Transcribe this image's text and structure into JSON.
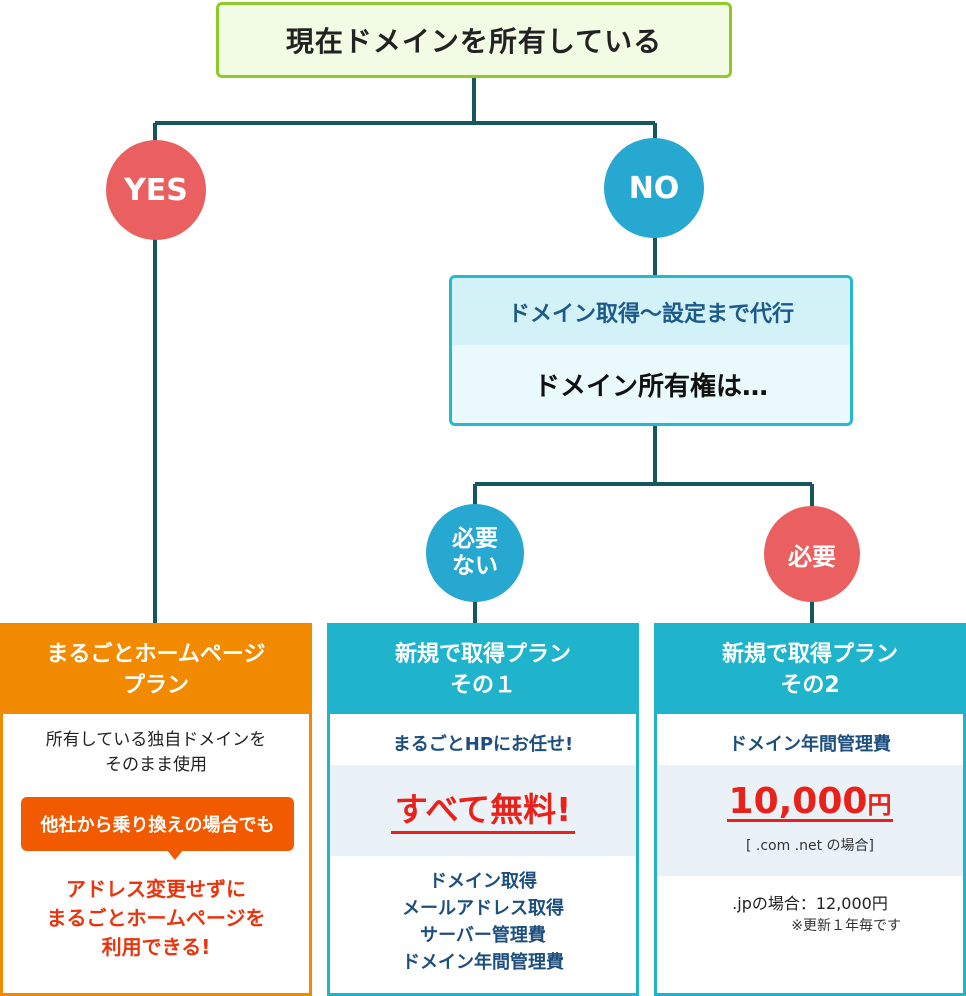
{
  "root": {
    "question": "現在ドメインを所有している"
  },
  "branches": {
    "yes": "YES",
    "no": "NO"
  },
  "no_box": {
    "title": "ドメイン取得〜設定まで代行",
    "question": "ドメイン所有権は…"
  },
  "sub_branches": {
    "not_needed_line1": "必要",
    "not_needed_line2": "ない",
    "needed": "必要"
  },
  "plan_full": {
    "title_line1": "まるごとホームページ",
    "title_line2": "プラン",
    "desc_line1": "所有している独自ドメインを",
    "desc_line2": "そのまま使用",
    "callout": "他社から乗り換えの場合でも",
    "benefit_line1": "アドレス変更せずに",
    "benefit_line2": "まるごとホームページを",
    "benefit_line3": "利用できる!"
  },
  "plan_new1": {
    "title_line1": "新規で取得プラン",
    "title_line2": "その１",
    "subtitle": "まるごとHPにお任せ!",
    "headline": "すべて無料!",
    "items": [
      "ドメイン取得",
      "メールアドレス取得",
      "サーバー管理費",
      "ドメイン年間管理費"
    ]
  },
  "plan_new2": {
    "title_line1": "新規で取得プラン",
    "title_line2": "その2",
    "subtitle": "ドメイン年間管理費",
    "price": "10,000",
    "price_unit": "円",
    "price_note": "[ .com .net の場合]",
    "jp_price": ".jpの場合：12,000円",
    "jp_note": "※更新１年毎です"
  },
  "colors": {
    "line": "#17565c",
    "yes": "#ea5f5f",
    "no": "#26a8d0",
    "orange": "#f28a00",
    "teal": "#20b4cc",
    "green_border": "#8fca2c"
  }
}
